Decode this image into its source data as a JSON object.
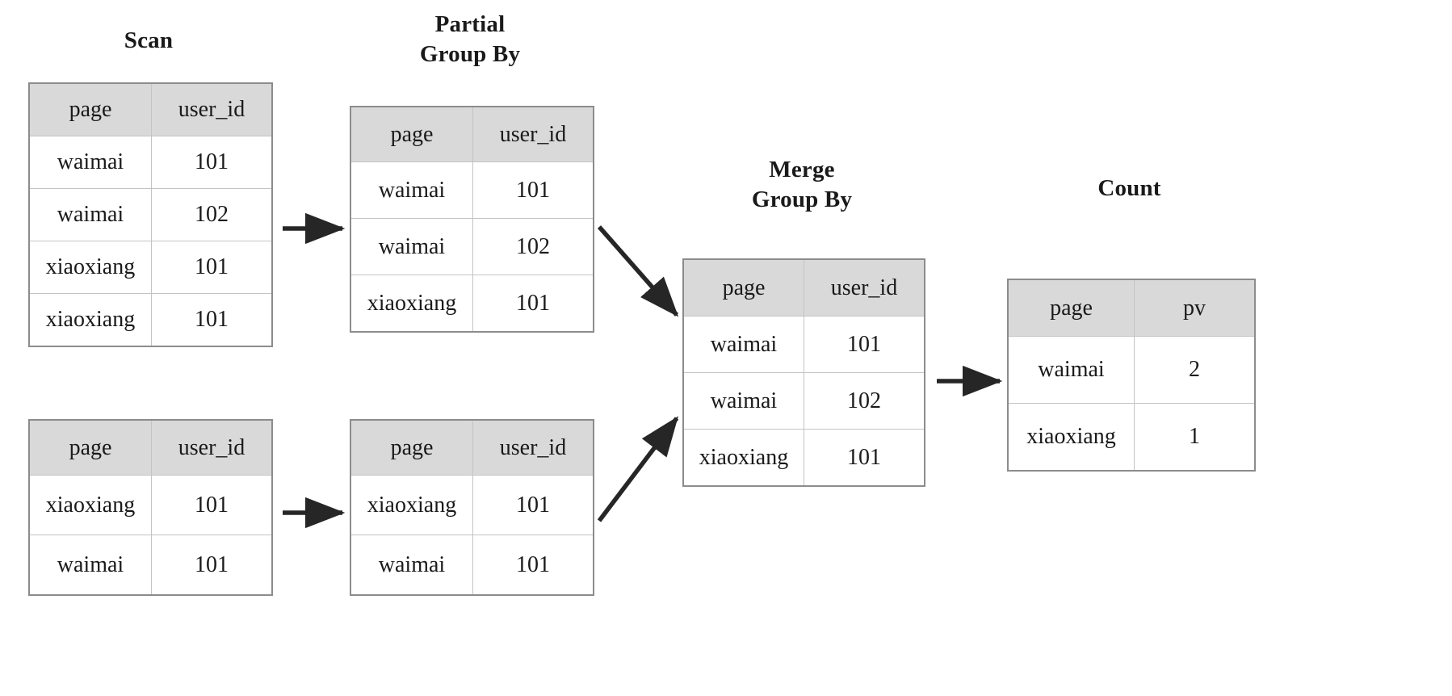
{
  "diagram": {
    "title_scan": "Scan",
    "title_partial": "Partial\nGroup By",
    "title_merge": "Merge\nGroup By",
    "title_count": "Count",
    "columns": {
      "page": "page",
      "user_id": "user_id",
      "pv": "pv"
    },
    "tables": {
      "scan_top": {
        "name": "Scan",
        "headers": [
          "page",
          "user_id"
        ],
        "rows": [
          [
            "waimai",
            "101"
          ],
          [
            "waimai",
            "102"
          ],
          [
            "xiaoxiang",
            "101"
          ],
          [
            "xiaoxiang",
            "101"
          ]
        ]
      },
      "partial_top": {
        "name": "Partial Group By",
        "headers": [
          "page",
          "user_id"
        ],
        "rows": [
          [
            "waimai",
            "101"
          ],
          [
            "waimai",
            "102"
          ],
          [
            "xiaoxiang",
            "101"
          ]
        ]
      },
      "scan_bottom": {
        "name": "Scan",
        "headers": [
          "page",
          "user_id"
        ],
        "rows": [
          [
            "xiaoxiang",
            "101"
          ],
          [
            "waimai",
            "101"
          ]
        ]
      },
      "partial_bottom": {
        "name": "Partial Group By",
        "headers": [
          "page",
          "user_id"
        ],
        "rows": [
          [
            "xiaoxiang",
            "101"
          ],
          [
            "waimai",
            "101"
          ]
        ]
      },
      "merge": {
        "name": "Merge Group By",
        "headers": [
          "page",
          "user_id"
        ],
        "rows": [
          [
            "waimai",
            "101"
          ],
          [
            "waimai",
            "102"
          ],
          [
            "xiaoxiang",
            "101"
          ]
        ]
      },
      "count": {
        "name": "Count",
        "headers": [
          "page",
          "pv"
        ],
        "rows": [
          [
            "waimai",
            "2"
          ],
          [
            "xiaoxiang",
            "1"
          ]
        ]
      }
    },
    "colors": {
      "header_fill": "#d9d9d9",
      "outer_border": "#8c8c8c",
      "inner_border": "#c4c4c4",
      "text": "#1a1a1a",
      "arrow": "#262626",
      "background": "#ffffff"
    }
  }
}
